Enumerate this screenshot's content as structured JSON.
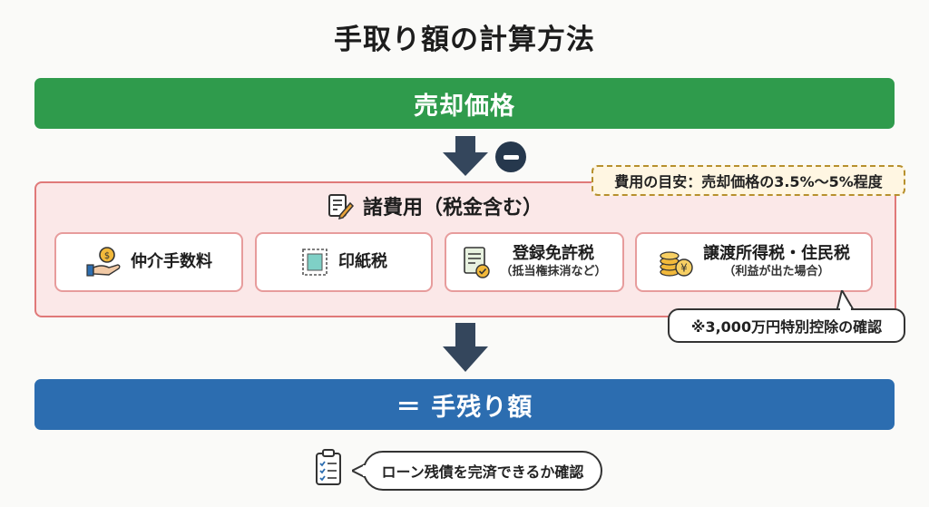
{
  "title": "手取り額の計算方法",
  "sale_price": "売却価格",
  "expenses": {
    "heading": "諸費用（税金含む）",
    "note": "費用の目安：売却価格の3.5%〜5%程度",
    "items": [
      {
        "label": "仲介手数料",
        "sub": "",
        "icon": "coin-hand-icon"
      },
      {
        "label": "印紙税",
        "sub": "",
        "icon": "stamp-icon"
      },
      {
        "label": "登録免許税",
        "sub": "（抵当権抹消など）",
        "icon": "document-check-icon"
      },
      {
        "label": "譲渡所得税・住民税",
        "sub": "（利益が出た場合）",
        "icon": "yen-coins-icon"
      }
    ],
    "deduction_callout": "※3,000万円特別控除の確認"
  },
  "result": "＝ 手残り額",
  "footer_callout": "ローン残債を完済できるか確認",
  "colors": {
    "green": "#2f9b4c",
    "blue": "#2c6db0",
    "panel_border": "#e07979",
    "panel_fill": "#fbe8e8",
    "arrow": "#34465c"
  }
}
